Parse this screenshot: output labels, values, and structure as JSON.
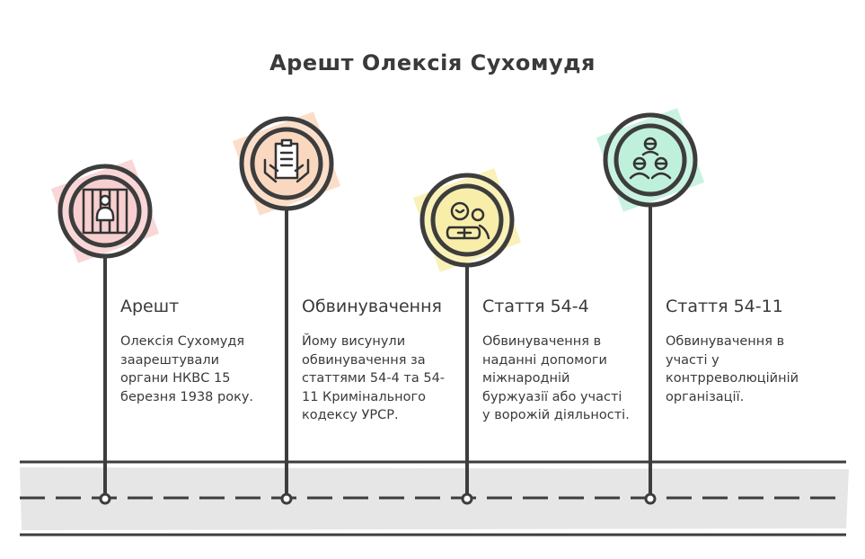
{
  "title": "Арешт Олексія Сухомудя",
  "colors": {
    "stroke": "#3d3d3d",
    "road": "#e6e6e6"
  },
  "events": [
    {
      "title": "Арешт",
      "icon": "prison-bars-icon",
      "color": "#f8cfd0",
      "description": "Олексія Сухомудя заарештували органи НКВС 15 березня 1938 року."
    },
    {
      "title": "Обвинувачення",
      "icon": "document-in-hands-icon",
      "color": "#fad8c0",
      "description": "Йому висунули обвинувачення за статтями 54-4 та 54-11 Кримінального кодексу УРСР."
    },
    {
      "title": "Стаття 54-4",
      "icon": "conspiring-people-icon",
      "color": "#f8eeaa",
      "description": "Обвинувачення в наданні допомоги міжнародній буржуазії або участі у ворожій діяльності."
    },
    {
      "title": "Стаття 54-11",
      "icon": "organization-group-icon",
      "color": "#bff0dc",
      "description": "Обвинувачення в участі у контрреволюційній організації."
    }
  ]
}
